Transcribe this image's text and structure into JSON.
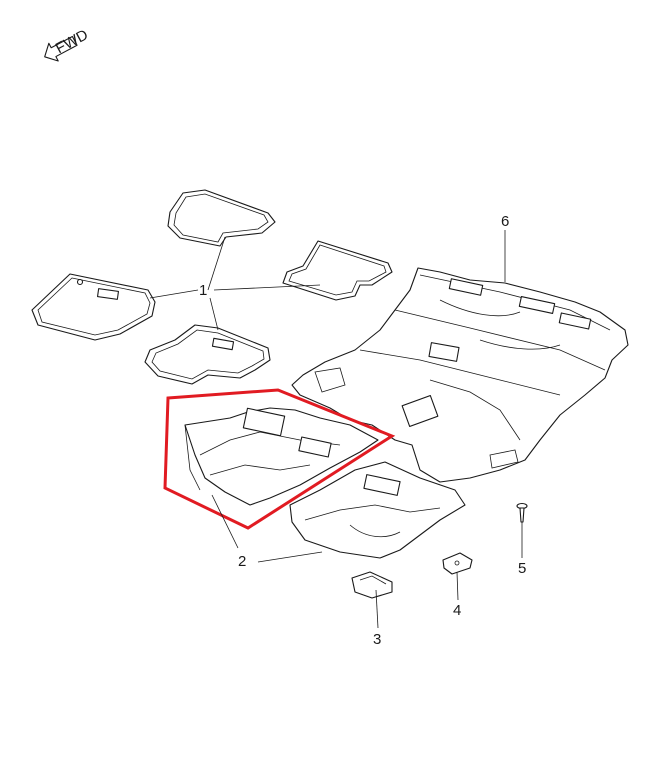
{
  "diagram": {
    "fwd_arrow_label": "FWD",
    "callouts": {
      "c1": "1",
      "c2": "2",
      "c3": "3",
      "c4": "4",
      "c5": "5",
      "c6": "6"
    },
    "highlight_color": "#e11b22"
  }
}
